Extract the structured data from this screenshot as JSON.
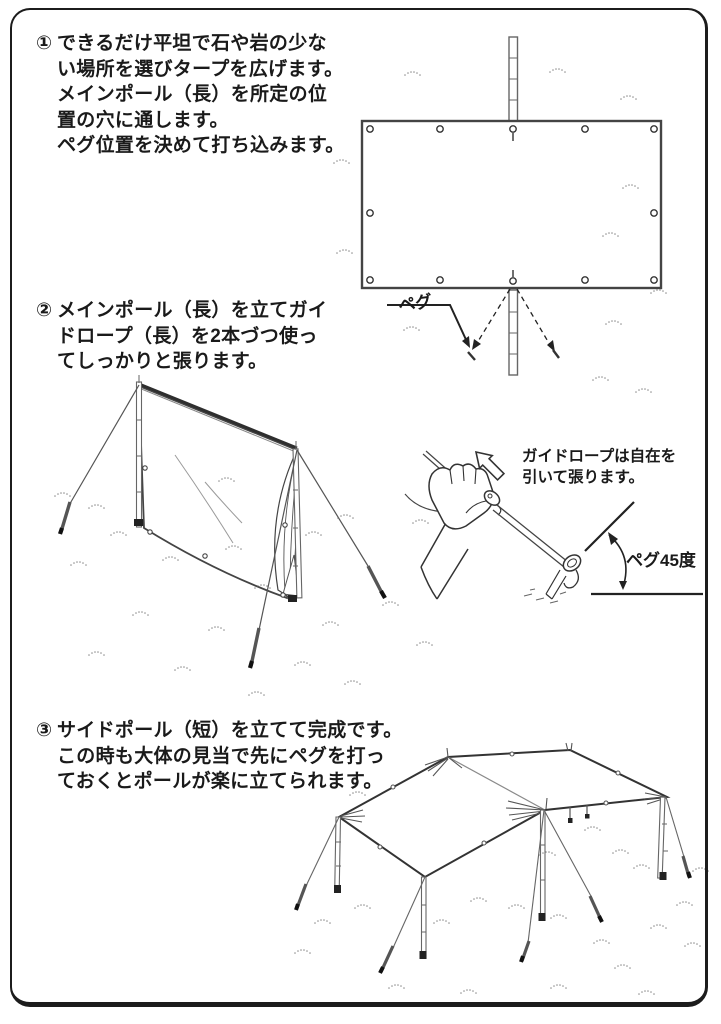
{
  "document": {
    "steps": [
      {
        "num": "①",
        "lines": [
          "できるだけ平坦で石や岩の少な",
          "い場所を選びタープを広げます。",
          "メインポール（長）を所定の位",
          "置の穴に通します。",
          "ペグ位置を決めて打ち込みます。"
        ]
      },
      {
        "num": "②",
        "lines": [
          "メインポール（長）を立てガイ",
          "ドロープ（長）を2本づつ使っ",
          "てしっかりと張ります。"
        ]
      },
      {
        "num": "③",
        "lines": [
          "サイドポール（短）を立てて完成です。",
          "この時も大体の見当で先にペグを打っ",
          "ておくとポールが楽に立てられます。"
        ]
      }
    ],
    "annotations": {
      "peg_label": "ペグ",
      "guide_rope_note_lines": [
        "ガイドロープは自在を",
        "引いて張ります。"
      ],
      "peg_angle_label": "ペグ45度"
    },
    "colors": {
      "ink": "#1a1a1a",
      "line": "#3c3c3c",
      "background": "#ffffff"
    }
  }
}
